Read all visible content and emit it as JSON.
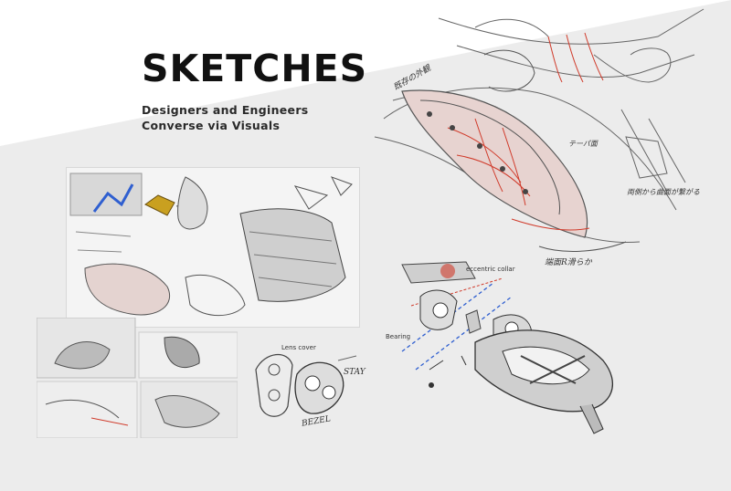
{
  "header": {
    "title": "SKETCHES",
    "subtitle_line1": "Designers and Engineers",
    "subtitle_line2": "Converse via Visuals"
  },
  "annotations": {
    "lens_cover": "Lens cover",
    "stay": "STAY",
    "bezel": "BEZEL",
    "eccentric_collar": "eccentric collar",
    "bearing": "Bearing",
    "jp_top_right_1": "両側から曲面が繋がる",
    "jp_top_right_2": "テーパ面",
    "jp_top_right_3": "端面R滑らか",
    "jp_top_left": "既存の外観"
  },
  "colors": {
    "band": "#ececec",
    "sketch_line": "#555555",
    "accent_red": "#d03a2a",
    "accent_blue": "#2f5fd0",
    "accent_gold": "#c9a020"
  }
}
